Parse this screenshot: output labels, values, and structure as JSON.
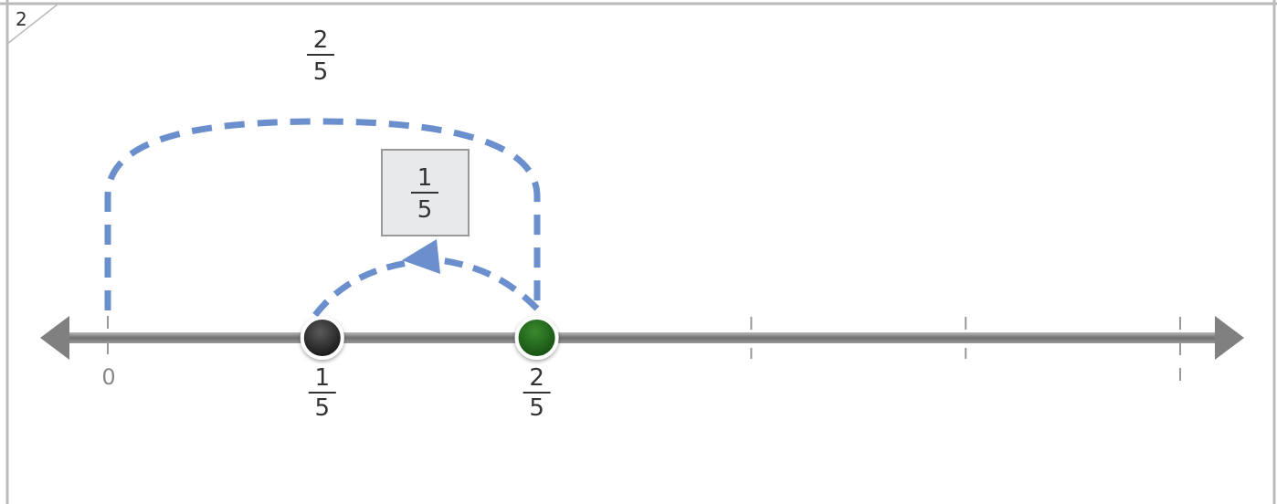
{
  "panel": {
    "number": "2"
  },
  "number_line": {
    "zero_label": "0",
    "tick_count": 6
  },
  "big_jump": {
    "fraction": {
      "numerator": "2",
      "denominator": "5"
    }
  },
  "small_jump": {
    "fraction": {
      "numerator": "1",
      "denominator": "5"
    }
  },
  "points": [
    {
      "id": "point-one-fifth",
      "value": 0.2,
      "label": {
        "numerator": "1",
        "denominator": "5"
      },
      "color": "#222222"
    },
    {
      "id": "point-two-fifths",
      "value": 0.4,
      "label": {
        "numerator": "2",
        "denominator": "5"
      },
      "color": "#1e6a1a"
    }
  ],
  "colors": {
    "arc": "#6a8fcc",
    "axis": "#7a7a7a",
    "tick": "#999999",
    "label": "#888888",
    "border": "#bbbbbb"
  }
}
